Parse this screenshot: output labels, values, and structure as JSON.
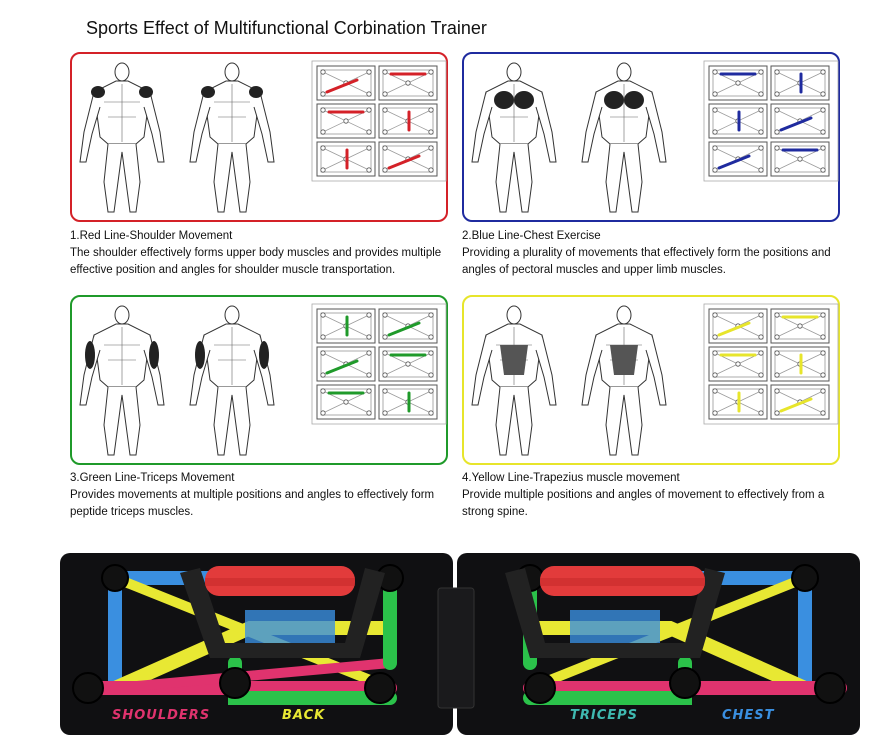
{
  "title": "Sports Effect of Multifunctional Corbination Trainer",
  "colors": {
    "red": "#d42128",
    "blue": "#1f2b9f",
    "green": "#1f9a2a",
    "yellow": "#e7e52b"
  },
  "panels": [
    {
      "color": "red",
      "heading": "1.Red Line-Shoulder Movement",
      "body": "The shoulder effectively forms upper body muscles and provides multiple effective position and angles for shoulder muscle transportation."
    },
    {
      "color": "blue",
      "heading": "2.Blue Line-Chest Exercise",
      "body": "Providing a plurality of movements that effectively form the positions and angles of pectoral muscles and upper limb muscles."
    },
    {
      "color": "green",
      "heading": "3.Green Line-Triceps Movement",
      "body": "Provides movements at multiple positions and angles to effectively form peptide triceps muscles."
    },
    {
      "color": "yellow",
      "heading": "4.Yellow Line-Trapezius muscle movement",
      "body": "Provide multiple positions and angles of movement to effectively from a strong spine."
    }
  ],
  "board": {
    "labels": [
      "SHOULDERS",
      "BACK",
      "TRICEPS",
      "CHEST"
    ],
    "label_colors": [
      "#e0336e",
      "#e8e833",
      "#3fb9b0",
      "#3a8fe0"
    ]
  }
}
